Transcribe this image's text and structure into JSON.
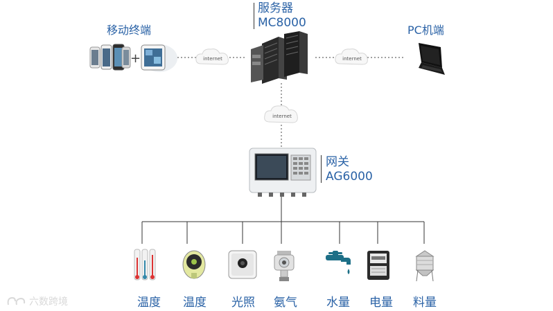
{
  "nodes": {
    "mobile": {
      "label": "移动终端"
    },
    "server": {
      "title": "服务器",
      "model": "MC8000"
    },
    "pc": {
      "label": "PC机端"
    },
    "gateway": {
      "title": "网关",
      "model": "AG6000"
    }
  },
  "clouds": {
    "left": "internet",
    "right": "internet",
    "middle": "internet"
  },
  "sensors": [
    {
      "label": "温度"
    },
    {
      "label": "温度"
    },
    {
      "label": "光照"
    },
    {
      "label": "氨气"
    },
    {
      "label": "水量"
    },
    {
      "label": "电量"
    },
    {
      "label": "料量"
    }
  ],
  "plus_sign": "+",
  "watermark": "六数跨境"
}
